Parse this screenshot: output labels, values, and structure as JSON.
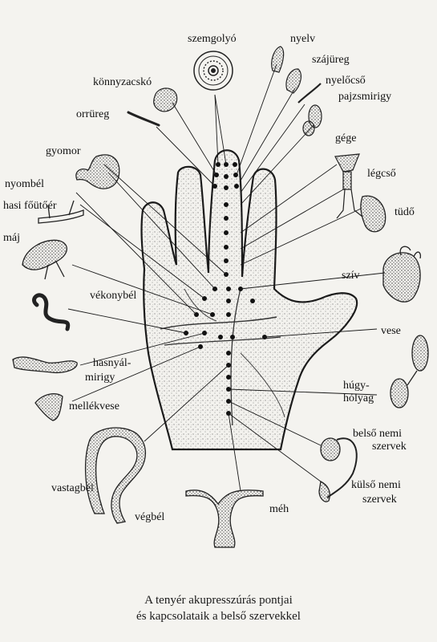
{
  "labels": {
    "szemgolyo": "szemgolyó",
    "nyelv": "nyelv",
    "szajureg": "szájüreg",
    "nyelocso": "nyelőcső",
    "pajzsmirigy": "pajzsmirigy",
    "konnyzacsko": "könnyzacskó",
    "orrureg": "orrüreg",
    "gege": "gége",
    "gyomor": "gyomor",
    "legcso": "légcső",
    "nyombel": "nyombél",
    "hasi_foutoer": "hasi főütőér",
    "tudo": "tüdő",
    "maj": "máj",
    "sziv": "szív",
    "vekonybel": "vékonybél",
    "vese": "vese",
    "hasnyal": "hasnyál-",
    "mirigy": "mirigy",
    "hugy": "húgy-",
    "holyag": "hólyag",
    "mellekvese": "mellékvese",
    "belso_nemi": "belső nemi",
    "belso_szervek": "szervek",
    "vastagbel": "vastagbél",
    "kulso_nemi": "külső nemi",
    "kulso_szervek": "szervek",
    "vegbel": "végbél",
    "meh": "méh"
  },
  "caption": {
    "line1": "A tenyér akupresszúrás pontjai",
    "line2": "és kapcsolataik a belső szervekkel"
  }
}
